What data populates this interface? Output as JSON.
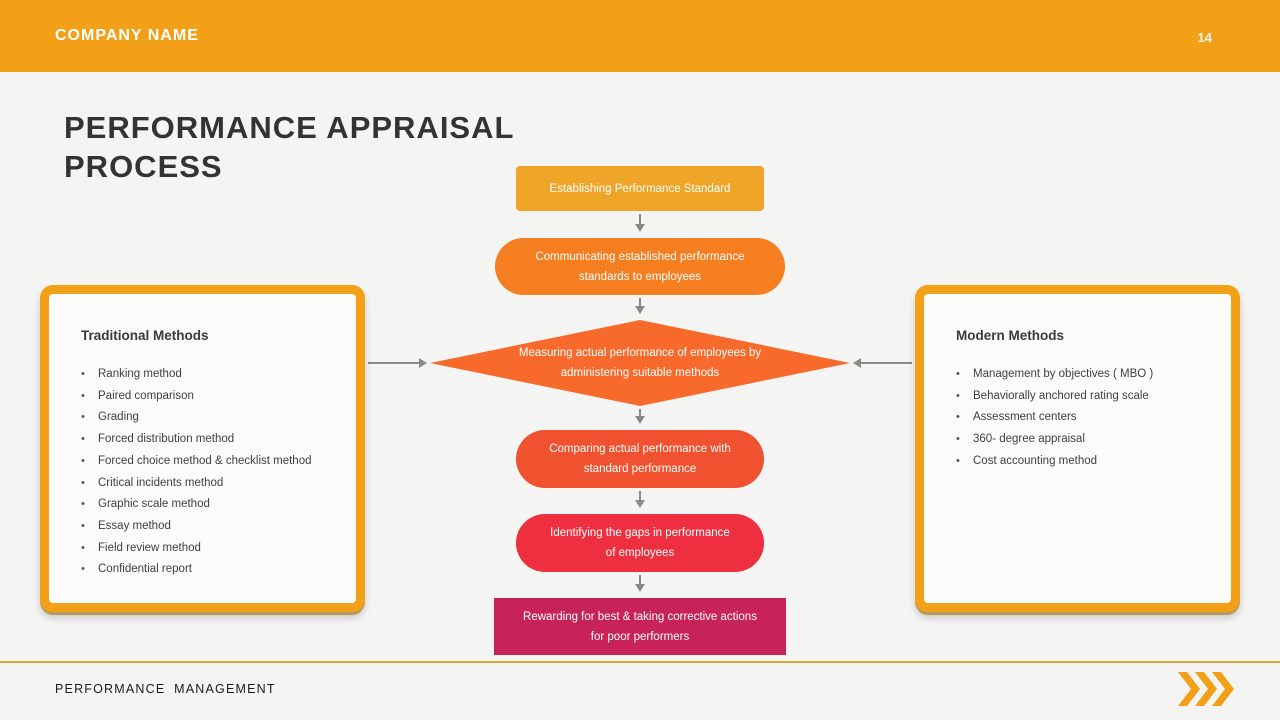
{
  "header": {
    "company_name": "COMPANY NAME",
    "page_number": "14"
  },
  "title": "PERFORMANCE APPRAISAL PROCESS",
  "flowchart": {
    "steps": [
      {
        "label": "Establishing Performance Standard",
        "shape": "rounded-rect",
        "color": "#EFA528"
      },
      {
        "label": "Communicating established performance standards to employees",
        "shape": "pill",
        "color": "#F57E20"
      },
      {
        "label": "Measuring actual performance of employees by administering suitable methods",
        "shape": "diamond",
        "color": "#F76A2B"
      },
      {
        "label": "Comparing actual performance with standard performance",
        "shape": "pill",
        "color": "#F0512F"
      },
      {
        "label": "Identifying the gaps in performance of employees",
        "shape": "pill",
        "color": "#EE2F3F"
      },
      {
        "label": "Rewarding for best & taking corrective actions for poor performers",
        "shape": "rect",
        "color": "#C72358"
      }
    ],
    "arrow_color": "#8A8A8A"
  },
  "panels": {
    "traditional": {
      "title": "Traditional Methods",
      "items": [
        "Ranking method",
        "Paired comparison",
        "Grading",
        "Forced distribution method",
        "Forced choice method & checklist method",
        "Critical incidents method",
        "Graphic scale method",
        "Essay method",
        "Field review method",
        "Confidential report"
      ]
    },
    "modern": {
      "title": "Modern Methods",
      "items": [
        "Management by objectives ( MBO )",
        "Behaviorally anchored rating scale",
        "Assessment centers",
        "360- degree appraisal",
        "Cost accounting method"
      ]
    }
  },
  "footer": {
    "label": "PERFORMANCE MANAGEMENT",
    "chevrons_icon": "triple-chevron-right"
  },
  "colors": {
    "accent_orange": "#F2A017",
    "background": "#F4F4F2",
    "panel_background": "#FBFBF9",
    "title_text": "#333333",
    "divider": "#DFA43F"
  }
}
